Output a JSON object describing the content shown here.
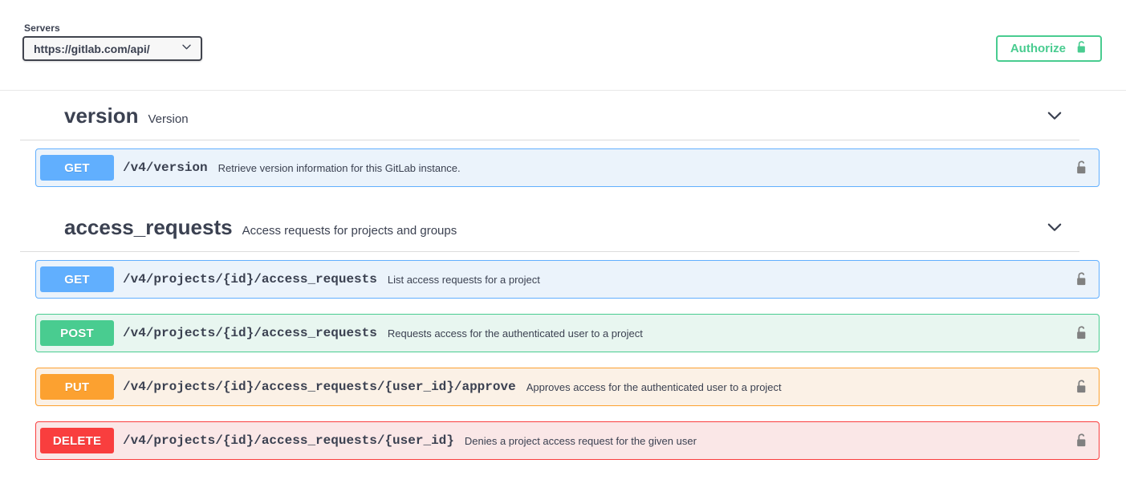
{
  "scheme": {
    "servers_label": "Servers",
    "server_selected": "https://gitlab.com/api/",
    "caret_icon": "chevron-down-icon",
    "authorize_label": "Authorize",
    "authorize_icon": "unlock-icon"
  },
  "sections": [
    {
      "name": "version",
      "description": "Version",
      "arrow_icon": "chevron-down-icon",
      "operations": [
        {
          "method": "GET",
          "method_class": "get",
          "path": "/v4/version",
          "description": "Retrieve version information for this GitLab instance.",
          "lock_icon": "unlock-icon"
        }
      ]
    },
    {
      "name": "access_requests",
      "description": "Access requests for projects and groups",
      "arrow_icon": "chevron-down-icon",
      "operations": [
        {
          "method": "GET",
          "method_class": "get",
          "path": "/v4/projects/{id}/access_requests",
          "description": "List access requests for a project",
          "lock_icon": "unlock-icon"
        },
        {
          "method": "POST",
          "method_class": "post",
          "path": "/v4/projects/{id}/access_requests",
          "description": "Requests access for the authenticated user to a project",
          "lock_icon": "unlock-icon"
        },
        {
          "method": "PUT",
          "method_class": "put",
          "path": "/v4/projects/{id}/access_requests/{user_id}/approve",
          "description": "Approves access for the authenticated user to a project",
          "lock_icon": "unlock-icon"
        },
        {
          "method": "DELETE",
          "method_class": "delete",
          "path": "/v4/projects/{id}/access_requests/{user_id}",
          "description": "Denies a project access request for the given user",
          "lock_icon": "unlock-icon"
        }
      ]
    }
  ],
  "colors": {
    "get": "#61affe",
    "post": "#49cc90",
    "put": "#fca130",
    "delete": "#f93e3e",
    "authorize": "#49cc90",
    "text": "#3b4151"
  }
}
